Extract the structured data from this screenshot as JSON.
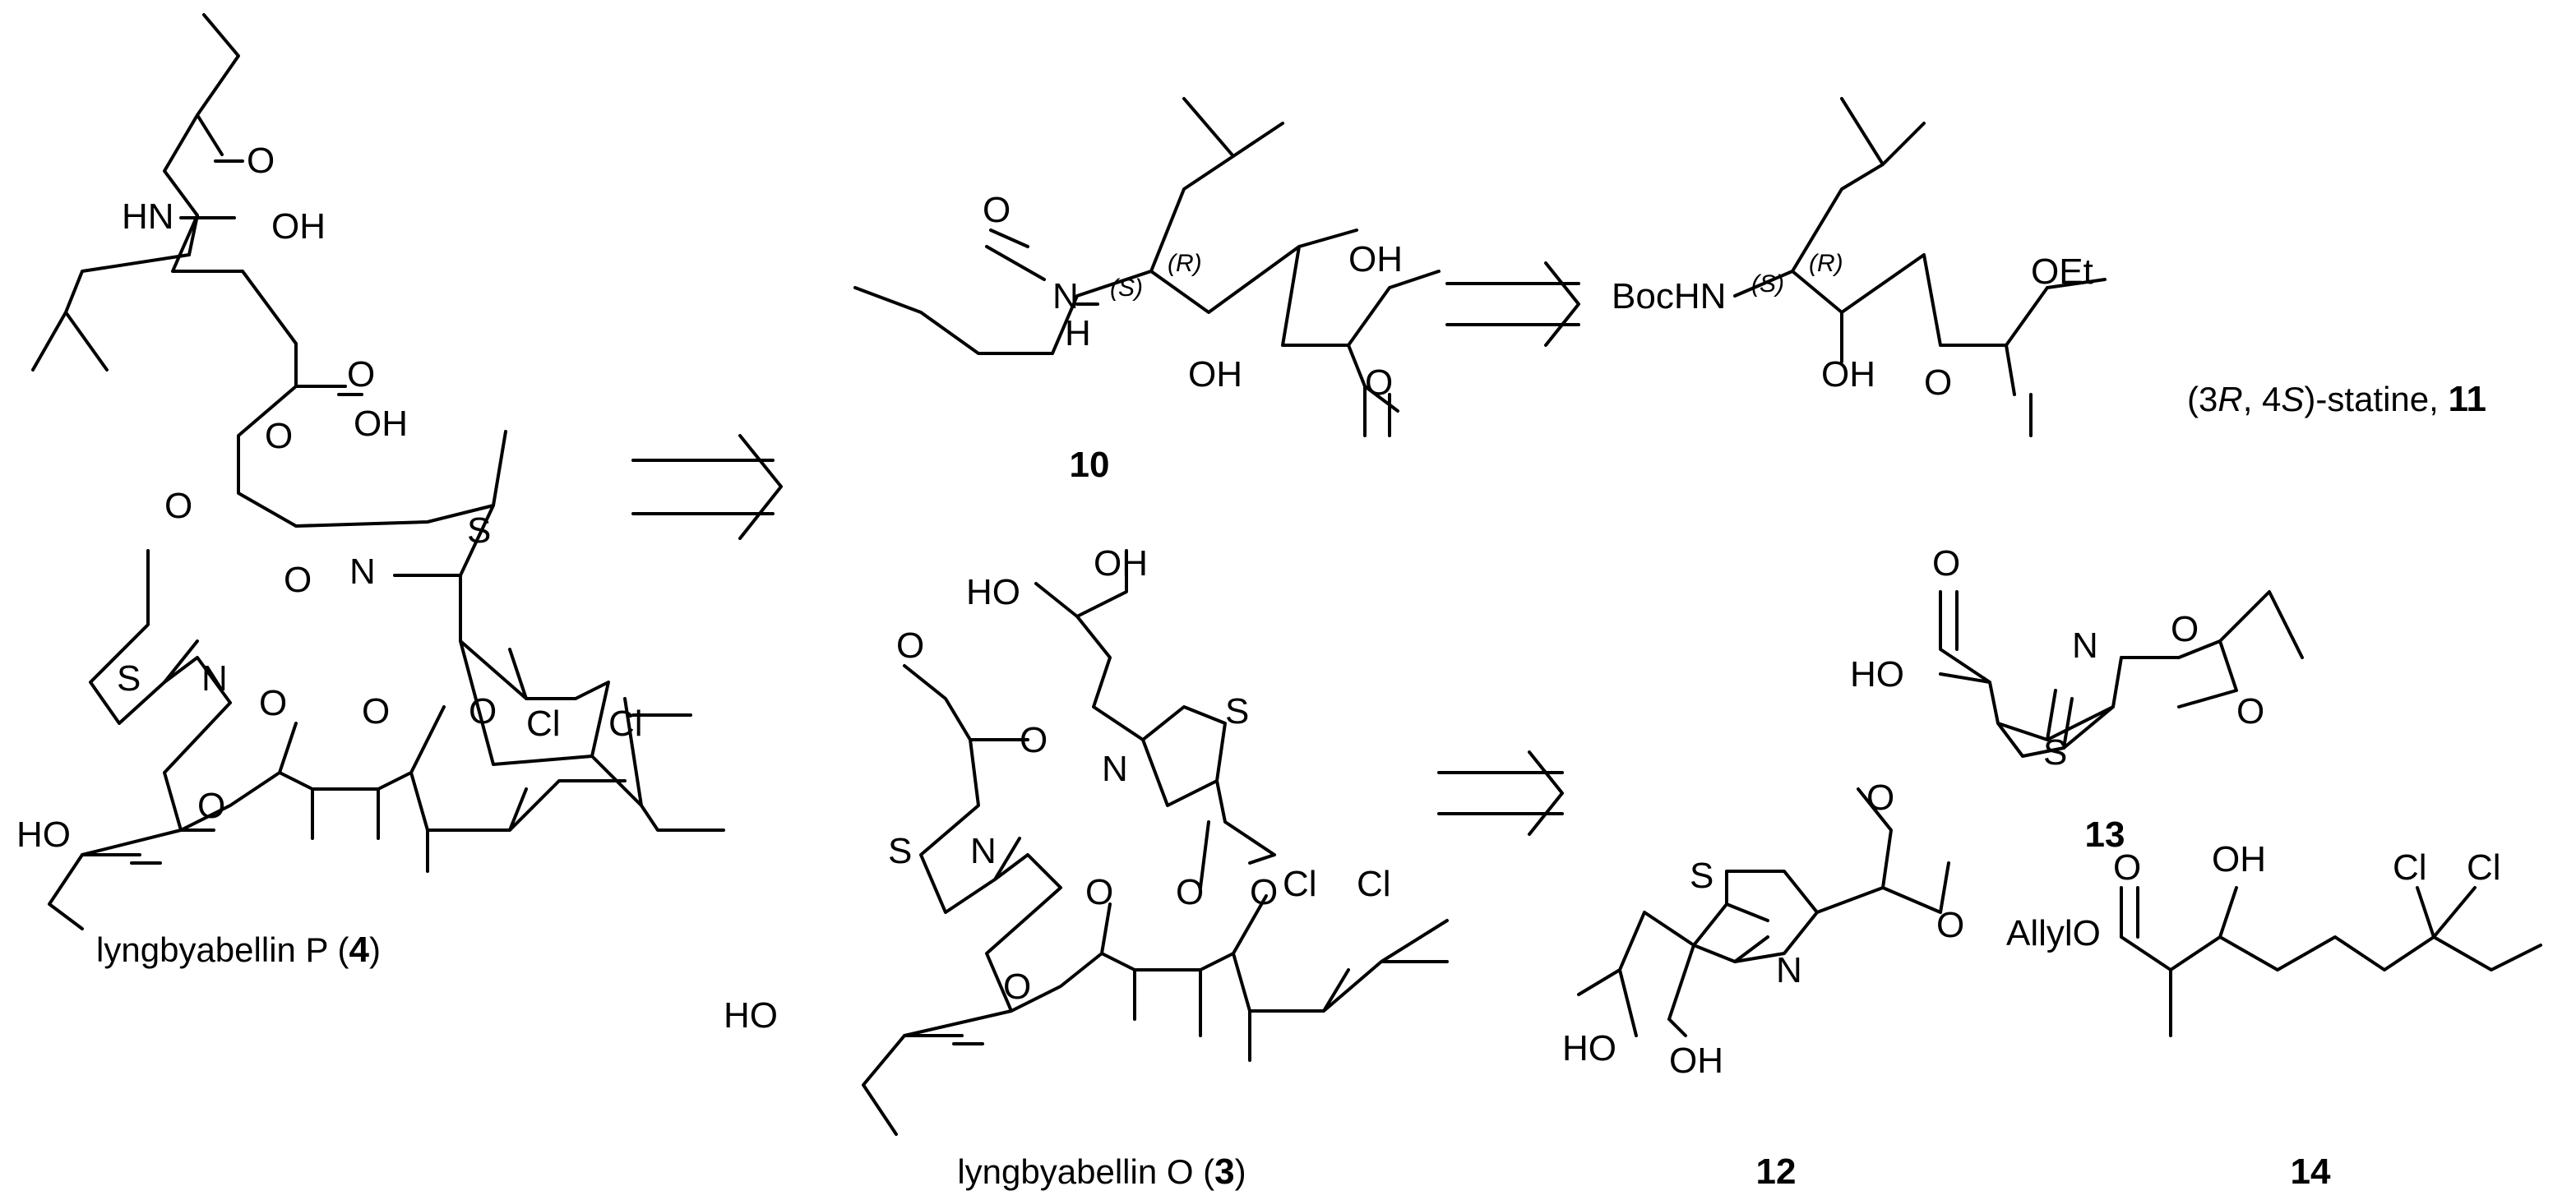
{
  "colors": {
    "ink": "#000000",
    "background": "#ffffff"
  },
  "atoms": {
    "o": "O",
    "oh": "OH",
    "ho": "HO",
    "hn": "HN",
    "h": "H",
    "n": "N",
    "s": "S",
    "cl": "Cl",
    "oet": "OEt",
    "bochn": "BocHN",
    "allylo": "AllylO"
  },
  "stereo": {
    "s": "(S)",
    "r": "(R)"
  },
  "compounds": {
    "c4": {
      "name": "lyngbyabellin P (",
      "number": "4",
      "close": ")"
    },
    "c3": {
      "name": "lyngbyabellin O (",
      "number": "3",
      "close": ")"
    },
    "c10": {
      "number": "10"
    },
    "c11": {
      "prefix": "(3",
      "r": "R",
      "mid": ", 4",
      "s": "S",
      "suffix": ")-statine, ",
      "number": "11"
    },
    "c12": {
      "number": "12"
    },
    "c13": {
      "number": "13"
    },
    "c14": {
      "number": "14"
    }
  }
}
